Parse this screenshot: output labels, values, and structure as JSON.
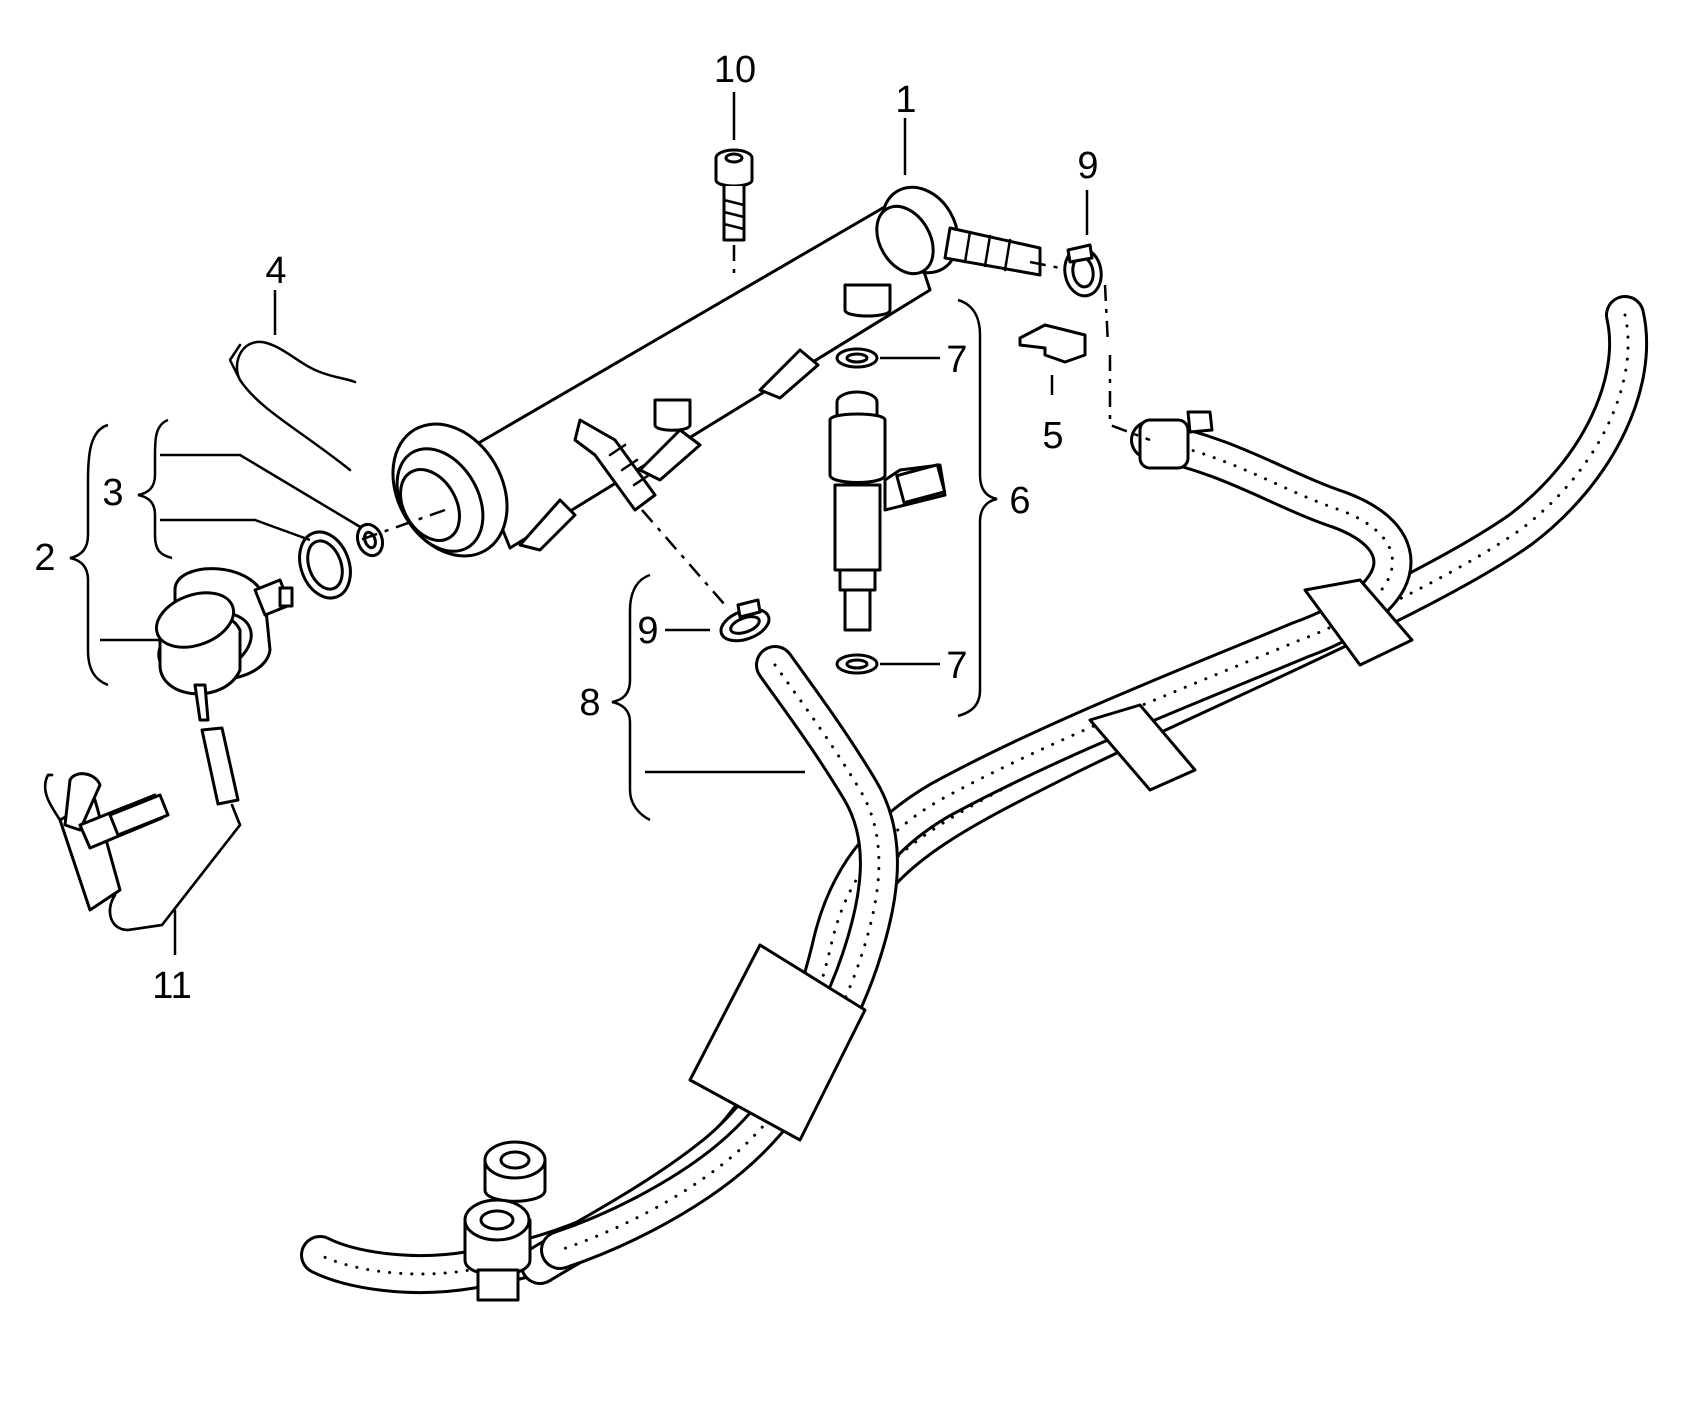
{
  "callouts": {
    "c1": "1",
    "c2": "2",
    "c3": "3",
    "c4": "4",
    "c5": "5",
    "c6": "6",
    "c7a": "7",
    "c7b": "7",
    "c8": "8",
    "c9a": "9",
    "c9b": "9",
    "c10": "10",
    "c11": "11"
  },
  "colors": {
    "line": "#000000",
    "background": "#ffffff"
  }
}
